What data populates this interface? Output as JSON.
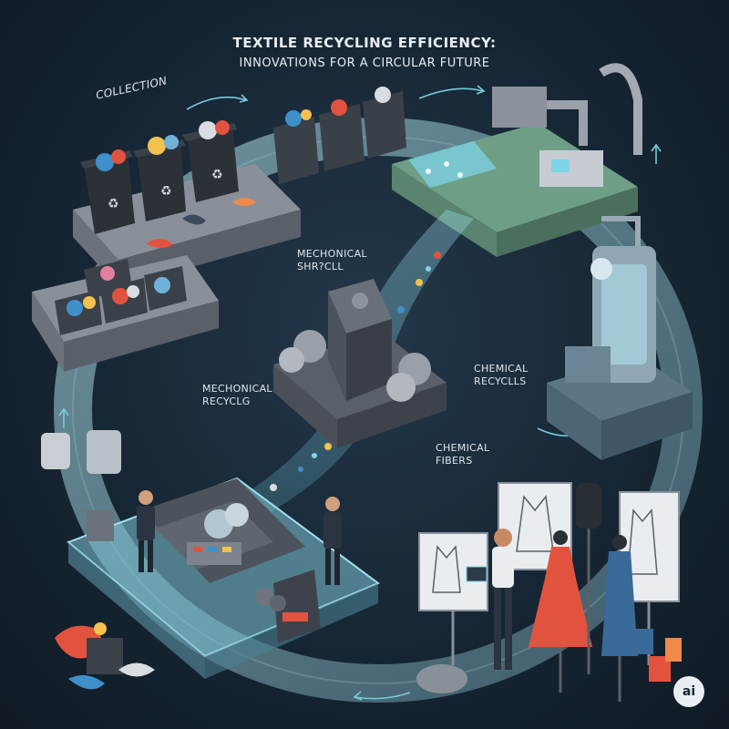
{
  "title": {
    "main": "TEXTILE RECYCLING EFFICIENCY:",
    "sub": "INNOVATIONS FOR A CIRCULAR FUTURE"
  },
  "stages": {
    "collection": "COLLECTION",
    "mechanical_shred": "MECHONICAL\nSHR?CLL",
    "mechanical_recycling": "MECHONICAL\nRECYCLG",
    "chemical_recycling": "CHEMICAL\nRECYCLLS",
    "chemical_fibers": "CHEMICAL\nFIBERS"
  },
  "badge": "ai",
  "colors": {
    "background": "#172634",
    "ring": "#7fa9b4",
    "platform": "#6e7580",
    "green_platform": "#5f8f78",
    "water": "#7fd3e6",
    "accent_red": "#e2533f",
    "accent_blue": "#3f8fc9",
    "accent_yellow": "#f2c14e"
  },
  "icons": [
    "recycle-icon",
    "recycling-bin-icon",
    "shredder-icon",
    "chemical-reactor-icon",
    "dress-mannequin-icon",
    "sketch-board-icon",
    "sorting-machine-icon",
    "flow-arrow-icon"
  ]
}
